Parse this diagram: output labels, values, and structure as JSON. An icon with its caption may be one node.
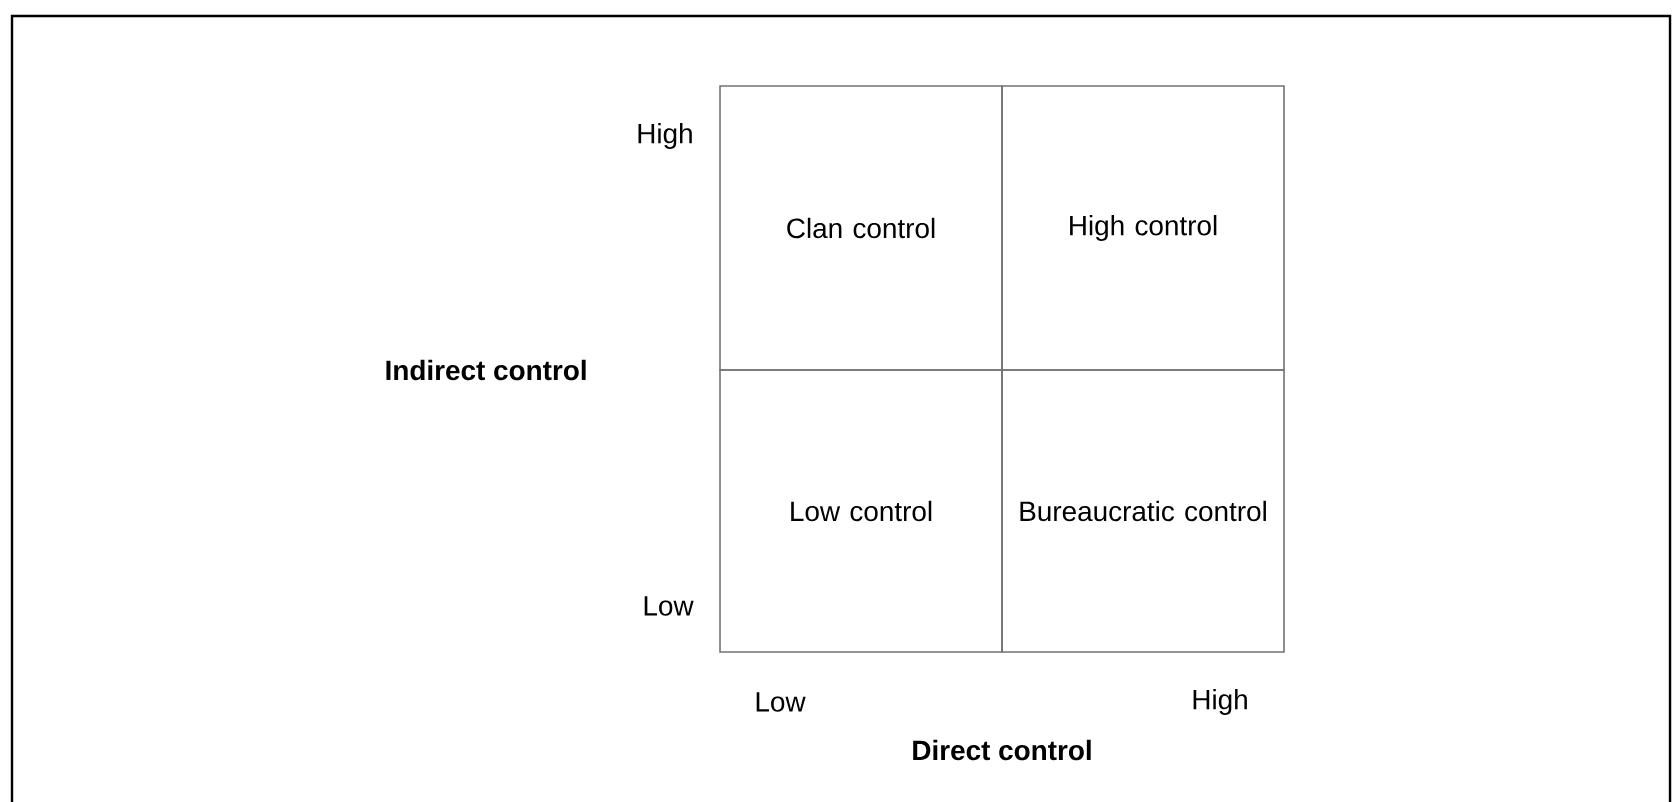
{
  "diagram": {
    "nodes": [
      {
        "text": [
          "Clan control"
        ]
      },
      {
        "text": [
          "High control"
        ]
      },
      {
        "text": [
          "Low control"
        ]
      },
      {
        "text": [
          "Bureaucratic control"
        ]
      }
    ],
    "labels": [
      "High",
      "Indirect control",
      "Low",
      "Low",
      "High",
      "Direct control"
    ]
  }
}
